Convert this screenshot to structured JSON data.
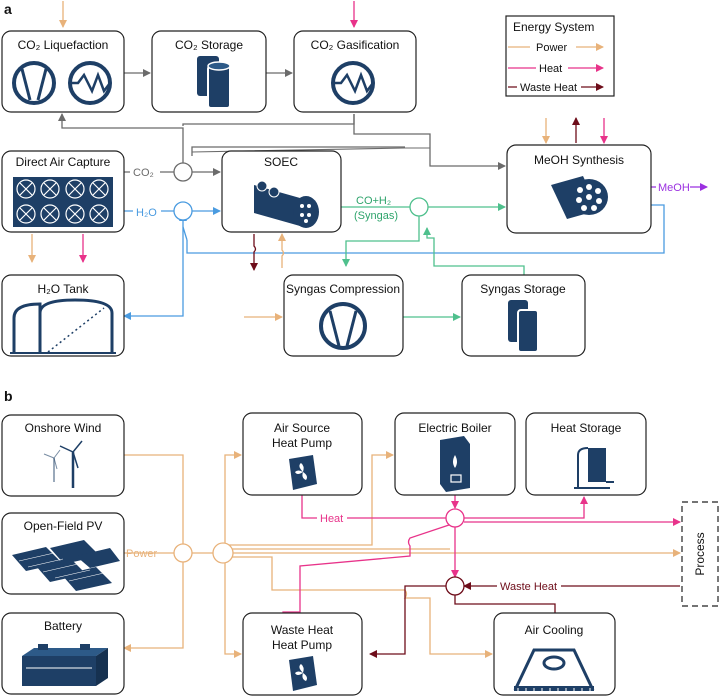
{
  "panel_a": {
    "label": "a",
    "boxes": {
      "co2_liquefaction": "CO₂ Liquefaction",
      "co2_storage": "CO₂ Storage",
      "co2_gasification": "CO₂ Gasification",
      "direct_air_capture": "Direct Air Capture",
      "soec": "SOEC",
      "meoh_synthesis": "MeOH Synthesis",
      "h2o_tank": "H₂O Tank",
      "syngas_compression": "Syngas Compression",
      "syngas_storage": "Syngas Storage"
    },
    "flows": {
      "co2": "CO₂",
      "h2o": "H₂O",
      "syngas_line1": "CO+H₂",
      "syngas_line2": "(Syngas)",
      "meoh": "MeOH"
    },
    "legend": {
      "title": "Energy System",
      "items": [
        {
          "label": "Power",
          "color": "#e8b27a"
        },
        {
          "label": "Heat",
          "color": "#e8338a"
        },
        {
          "label": "Waste Heat",
          "color": "#6e0d1a"
        }
      ]
    }
  },
  "panel_b": {
    "label": "b",
    "boxes": {
      "onshore_wind": "Onshore Wind",
      "open_field_pv": "Open-Field PV",
      "battery": "Battery",
      "ashp_line1": "Air Source",
      "ashp_line2": "Heat Pump",
      "electric_boiler": "Electric Boiler",
      "heat_storage": "Heat Storage",
      "whhp_line1": "Waste Heat",
      "whhp_line2": "Heat Pump",
      "air_cooling": "Air Cooling",
      "process": "Process"
    },
    "flows": {
      "power": "Power",
      "heat": "Heat",
      "waste_heat": "Waste Heat"
    }
  },
  "colors": {
    "power": "#e8b27a",
    "heat": "#e8338a",
    "waste_heat": "#6e0d1a",
    "co2": "#6b6b6b",
    "water": "#4a9be0",
    "syngas": "#4fc08d",
    "meoh": "#9b30e0",
    "icon": "#1e3f66"
  }
}
